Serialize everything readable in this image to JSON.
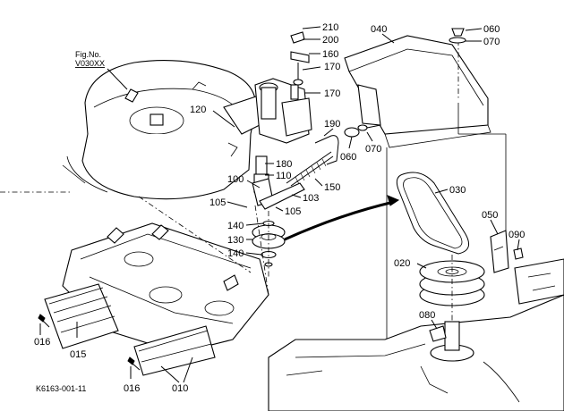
{
  "figure": {
    "fig_no_label": "Fig.No.",
    "fig_no_value": "V030XX",
    "drawing_code": "K6163-001-11"
  },
  "callouts": {
    "p210": "210",
    "p200": "200",
    "p160": "160",
    "p170a": "170",
    "p170b": "170",
    "p120": "120",
    "p190": "190",
    "p180": "180",
    "p110": "110",
    "p100": "100",
    "p150": "150",
    "p103": "103",
    "p105a": "105",
    "p105b": "105",
    "p140a": "140",
    "p130": "130",
    "p140b": "140",
    "p040": "040",
    "p060a": "060",
    "p070a": "070",
    "p060b": "060",
    "p070b": "070",
    "p030": "030",
    "p050": "050",
    "p090": "090",
    "p020": "020",
    "p080": "080",
    "p016a": "016",
    "p015": "015",
    "p016b": "016",
    "p010": "010"
  }
}
